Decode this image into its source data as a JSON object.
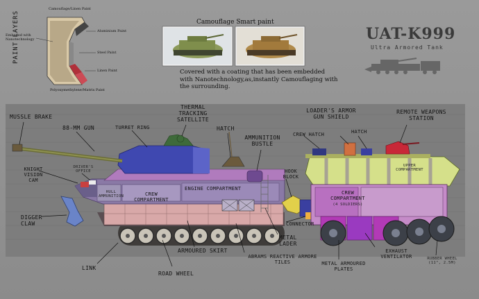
{
  "title": "UAT-K999",
  "subtitle": "Ultra Armored Tank",
  "paint_panel": {
    "vertical_title": "PAINT LAYERS",
    "top_label": "Camouflage/Linen Paint",
    "embedded_label": "Embeded with Nanotechnology",
    "aluminium_label": "Aluminium Paint",
    "steel_label": "Steel Paint",
    "linen_label": "Linen Paint",
    "base_label": "Polyoxymethylene/Matrix Paint"
  },
  "camo": {
    "header": "Camouflage Smart paint",
    "caption": "Covered with a coating that has been embedded with Nanotechnology,as,instantly Camouflaging with the surrounding."
  },
  "labels": {
    "muzzle": "Mussle brake",
    "gun": "88-mm gun",
    "turret_ring": "Turret ring",
    "thermal": "Thermal tracking satellite",
    "hatch_main": "Hatch",
    "ammo_bustle": "Ammunition bustle",
    "loader": "Loader's Armor Gun Shield",
    "remote": "Remote weapons station",
    "crew_hatch": "Crew hatch",
    "hatch_rear": "Hatch",
    "knight": "Knight vision cam",
    "driver": "Driver's office",
    "hook": "Hook block",
    "upper": "Upper compartment",
    "inner_ammo": "Hull ammunition",
    "inner_crew": "Crew compartment",
    "engine": "Engine compartment",
    "crew2": "Crew compartment",
    "crew2_sub": "(4 soldiers)",
    "digger": "Digger claw",
    "connector": "Connector",
    "metal_lader": "Metal lader",
    "armoured_skirt": "Armoured skirt",
    "abrams": "Abrams reactive armore tiles",
    "exhaust": "Exhaust ventilator",
    "link": "Link",
    "road_wheel": "Road wheel",
    "metal_plates": "Metal armoured plates",
    "rubber": "Rubber wheel",
    "rubber_size": "(11\", 2.5m)"
  }
}
